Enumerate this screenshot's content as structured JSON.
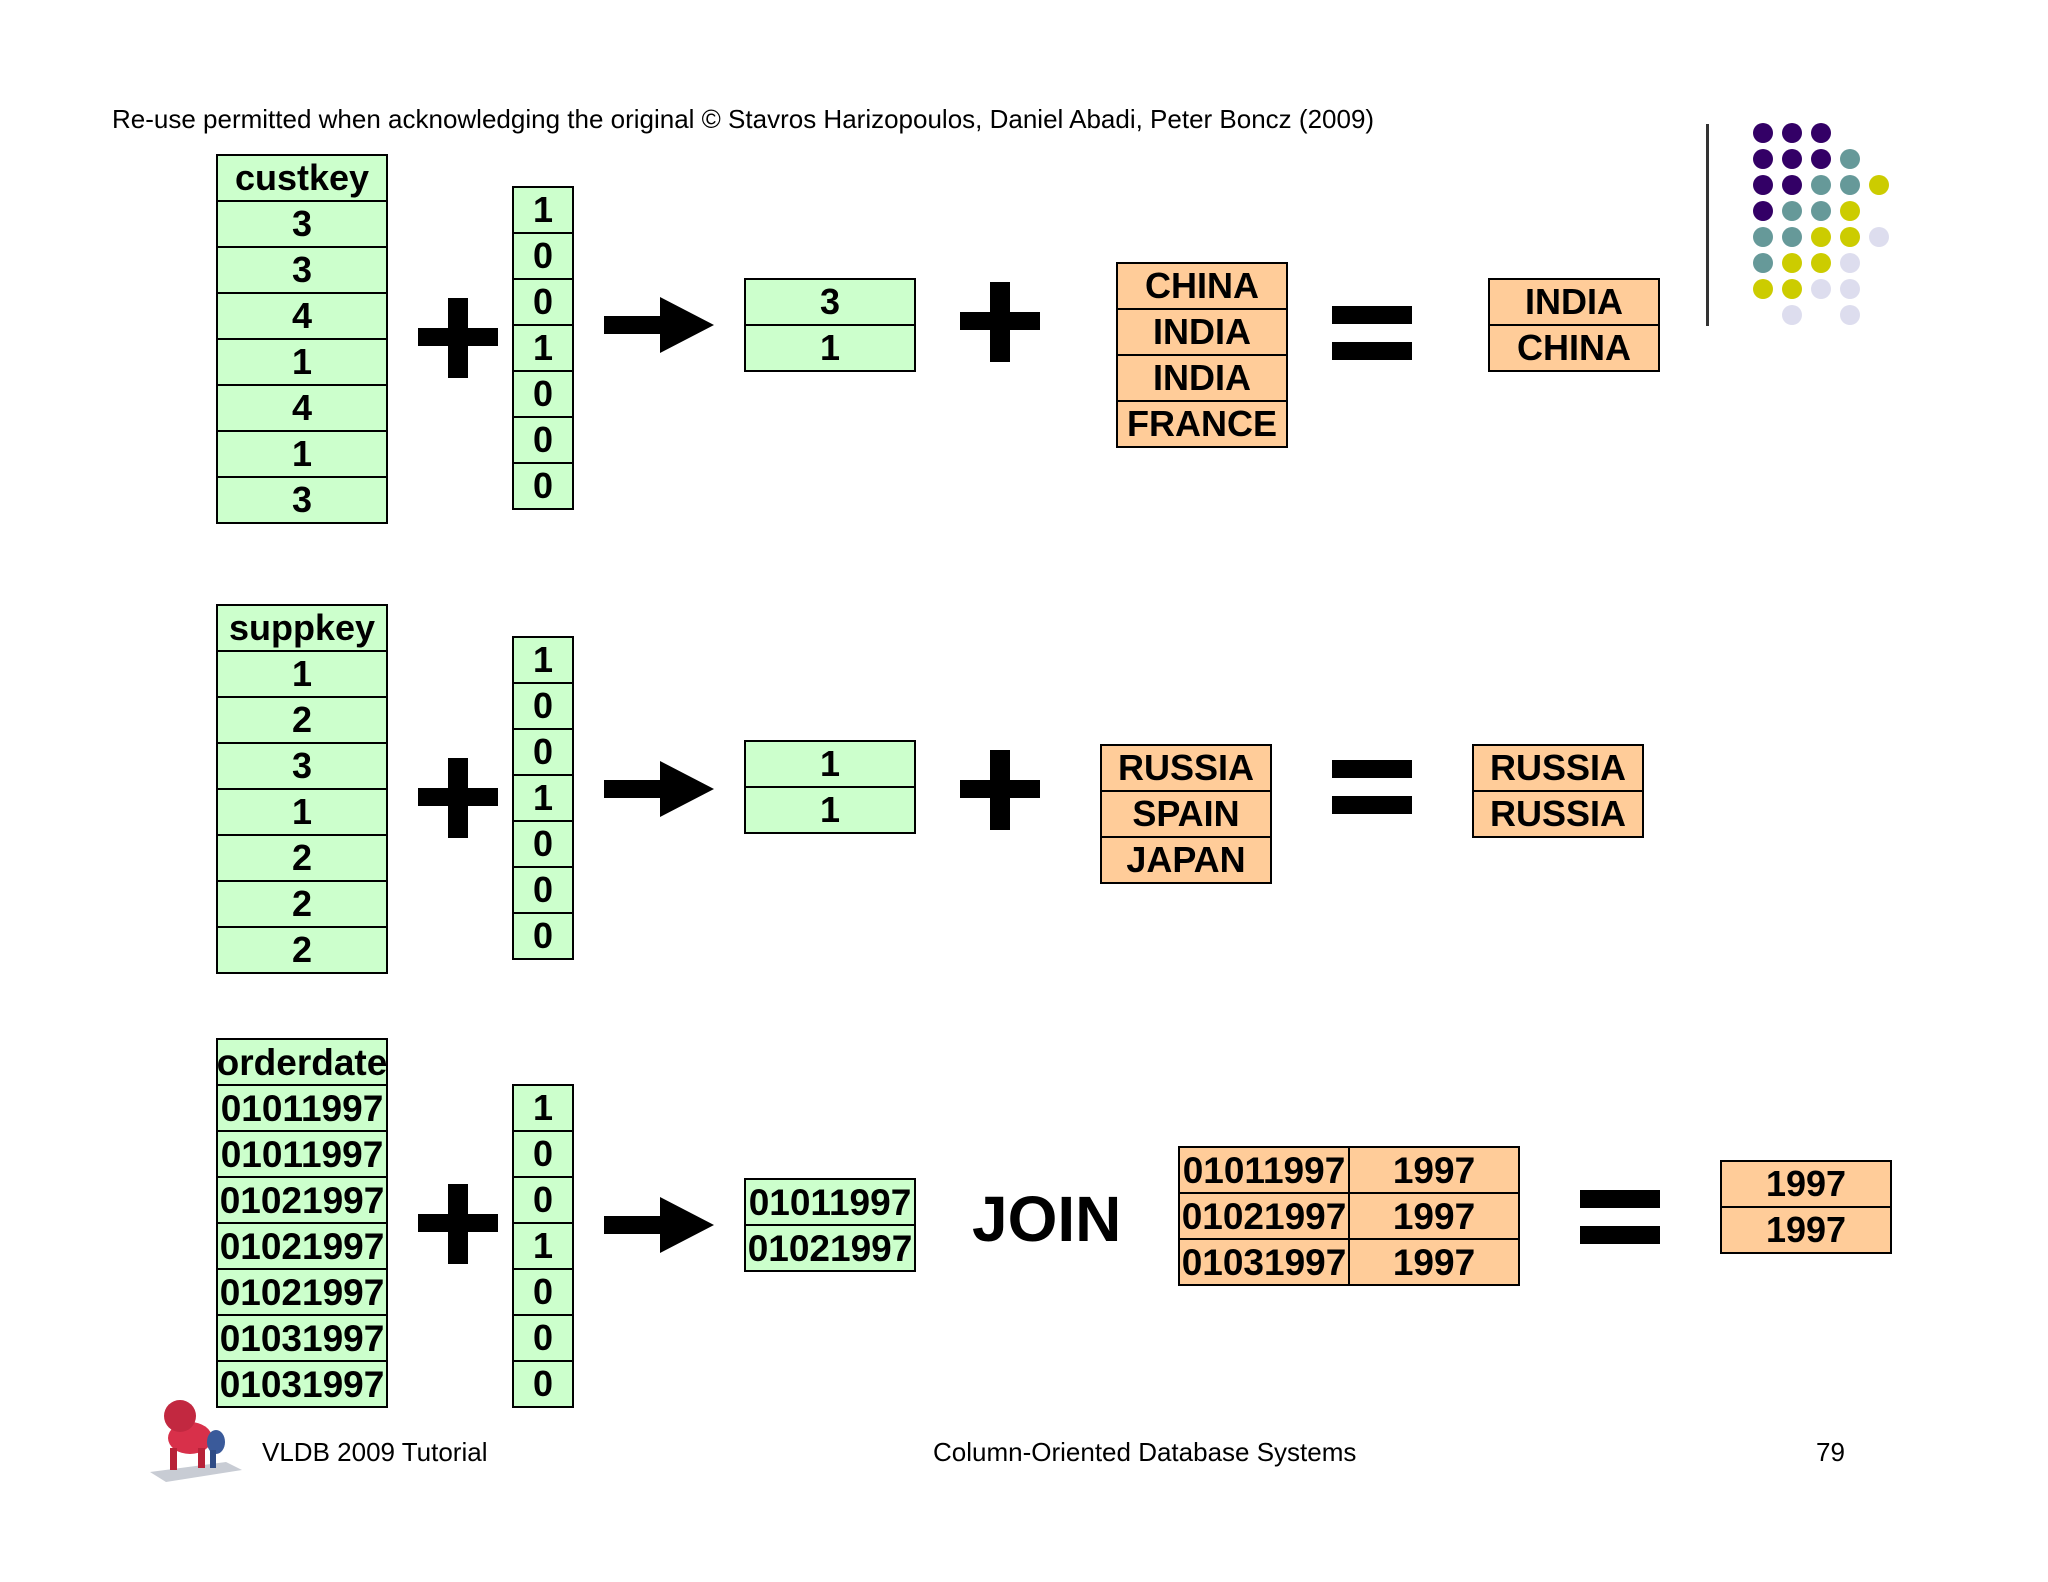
{
  "header": {
    "credit": "Re-use permitted when acknowledging the original © Stavros Harizopoulos, Daniel Abadi, Peter Boncz (2009)"
  },
  "rows": [
    {
      "column_header": "custkey",
      "column_values": [
        "3",
        "3",
        "4",
        "1",
        "4",
        "1",
        "3"
      ],
      "bitmap": [
        "1",
        "0",
        "0",
        "1",
        "0",
        "0",
        "0"
      ],
      "selected": [
        "3",
        "1"
      ],
      "operator": "+",
      "lookup": [
        "CHINA",
        "INDIA",
        "INDIA",
        "FRANCE"
      ],
      "result": [
        "INDIA",
        "CHINA"
      ]
    },
    {
      "column_header": "suppkey",
      "column_values": [
        "1",
        "2",
        "3",
        "1",
        "2",
        "2",
        "2"
      ],
      "bitmap": [
        "1",
        "0",
        "0",
        "1",
        "0",
        "0",
        "0"
      ],
      "selected": [
        "1",
        "1"
      ],
      "operator": "+",
      "lookup": [
        "RUSSIA",
        "SPAIN",
        "JAPAN"
      ],
      "result": [
        "RUSSIA",
        "RUSSIA"
      ]
    },
    {
      "column_header": "orderdate",
      "column_values": [
        "01011997",
        "01011997",
        "01021997",
        "01021997",
        "01021997",
        "01031997",
        "01031997"
      ],
      "bitmap": [
        "1",
        "0",
        "0",
        "1",
        "0",
        "0",
        "0"
      ],
      "selected": [
        "01011997",
        "01021997"
      ],
      "operator": "JOIN",
      "lookup_table": [
        [
          "01011997",
          "1997"
        ],
        [
          "01021997",
          "1997"
        ],
        [
          "01031997",
          "1997"
        ]
      ],
      "result": [
        "1997",
        "1997"
      ]
    }
  ],
  "footer": {
    "left": "VLDB 2009 Tutorial",
    "center": "Column-Oriented Database Systems",
    "page_number": "79"
  },
  "colors": {
    "green_cell": "#ccffcc",
    "orange_cell": "#ffcc99",
    "dot_purple": "#330066",
    "dot_teal": "#669999",
    "dot_yellow": "#cccc00",
    "dot_lavender": "#ddddee"
  },
  "icons": [
    "lion-statue-logo",
    "decorative-dot-grid"
  ]
}
